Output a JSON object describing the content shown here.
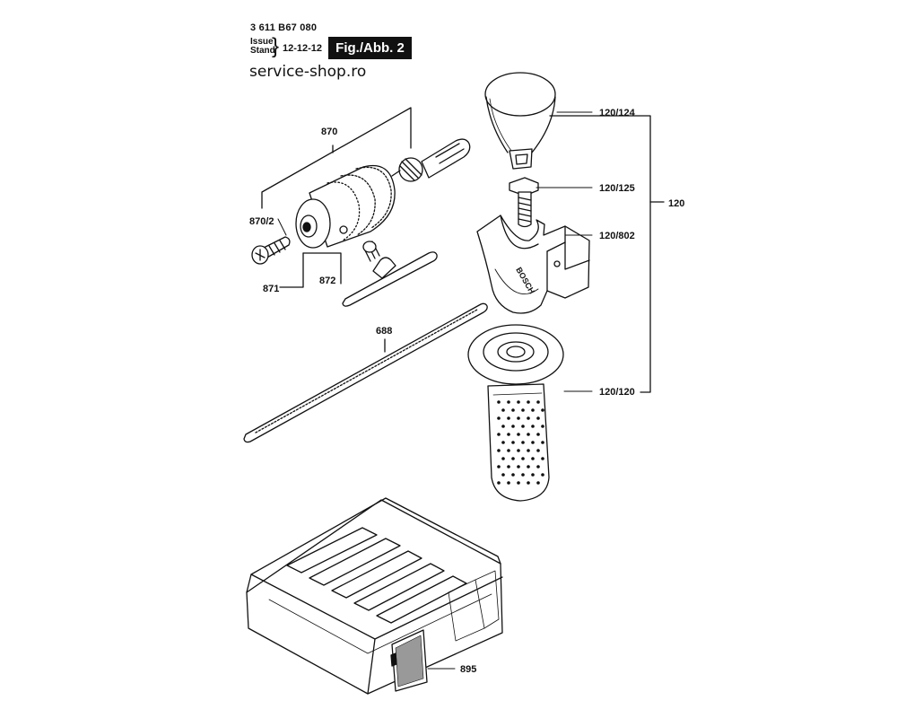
{
  "header": {
    "part_number": "3 611 B67 080",
    "issue_label": "Issue",
    "stand_label": "Stand",
    "brace": "}",
    "date": "12-12-12",
    "figure": "Fig./Abb. 2",
    "website": "service-shop.ro"
  },
  "callouts": {
    "c870": "870",
    "c870_2": "870/2",
    "c871": "871",
    "c872": "872",
    "c688": "688",
    "c120_124": "120/124",
    "c120_125": "120/125",
    "c120_802": "120/802",
    "c120_120": "120/120",
    "c120": "120",
    "c895": "895"
  },
  "brand_mark": "BOSCH"
}
